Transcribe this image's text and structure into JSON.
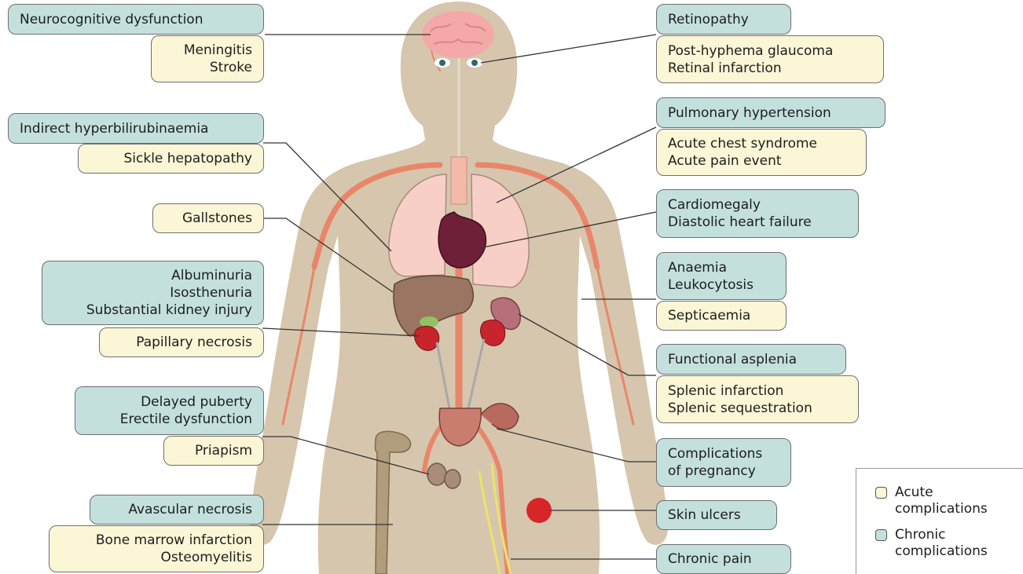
{
  "colors": {
    "acute": "#fbf6d6",
    "chronic": "#c3e0dd",
    "body": "#d6c6ad",
    "vessels": "#e8866a"
  },
  "labels": {
    "neurocognitive": [
      "Neurocognitive dysfunction"
    ],
    "meningitis": [
      "Meningitis",
      "Stroke"
    ],
    "hyperbilirubinaemia": [
      "Indirect hyperbilirubinaemia"
    ],
    "hepatopathy": [
      "Sickle hepatopathy"
    ],
    "gallstones": [
      "Gallstones"
    ],
    "kidney_chronic": [
      "Albuminuria",
      "Isosthenuria",
      "Substantial kidney injury"
    ],
    "papillary": [
      "Papillary necrosis"
    ],
    "puberty": [
      "Delayed puberty",
      "Erectile dysfunction"
    ],
    "priapism": [
      "Priapism"
    ],
    "avascular": [
      "Avascular necrosis"
    ],
    "bone_marrow": [
      "Bone marrow infarction",
      "Osteomyelitis"
    ],
    "retinopathy": [
      "Retinopathy"
    ],
    "glaucoma": [
      "Post-hyphema glaucoma",
      "Retinal infarction"
    ],
    "pulmonary": [
      "Pulmonary hypertension"
    ],
    "chest": [
      "Acute chest syndrome",
      "Acute pain event"
    ],
    "cardio": [
      "Cardiomegaly",
      "Diastolic heart failure"
    ],
    "anaemia": [
      "Anaemia",
      "Leukocytosis"
    ],
    "septicaemia": [
      "Septicaemia"
    ],
    "asplenia": [
      "Functional asplenia"
    ],
    "splenic": [
      "Splenic infarction",
      "Splenic sequestration"
    ],
    "pregnancy": [
      "Complications",
      "of pregnancy"
    ],
    "skin": [
      "Skin ulcers"
    ],
    "pain": [
      "Chronic pain"
    ]
  },
  "legend": {
    "acute": [
      "Acute",
      "complications"
    ],
    "chronic": [
      "Chronic",
      "complications"
    ]
  }
}
